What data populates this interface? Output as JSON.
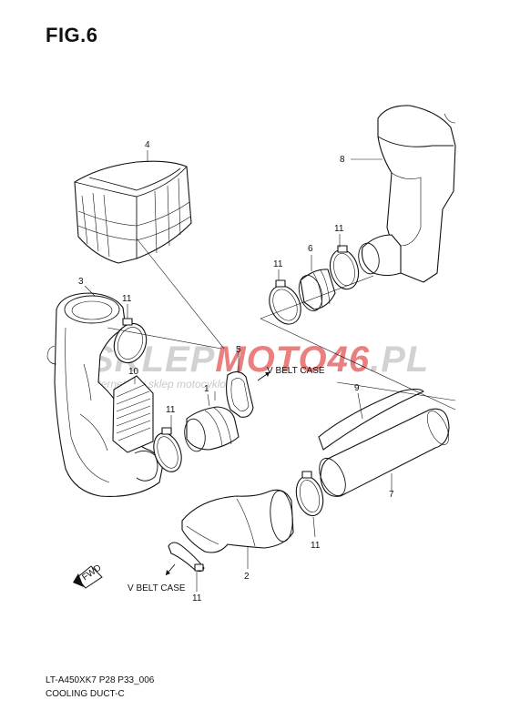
{
  "figure": {
    "title": "FIG.6"
  },
  "watermark": {
    "brand_part1": "SKLEP",
    "brand_part2": "MOTO",
    "brand_part3": "46",
    "brand_part4": ".PL",
    "subtitle": "internetowy sklep motocyklowy",
    "colors": {
      "grey": "#c4c4c4",
      "red": "#e25555"
    }
  },
  "callouts": {
    "c1": "1",
    "c2": "2",
    "c3": "3",
    "c4": "4",
    "c5": "5",
    "c6": "6",
    "c7": "7",
    "c8": "8",
    "c9": "9",
    "c10": "10",
    "c11_a": "11",
    "c11_b": "11",
    "c11_c": "11",
    "c11_d": "11",
    "c11_e": "11",
    "c11_f": "11"
  },
  "labels": {
    "v_belt_case_upper": "V BELT CASE",
    "v_belt_case_lower": "V BELT CASE",
    "fwd": "FWD"
  },
  "footer": {
    "code": "LT-A450XK7 P28 P33_006",
    "name": "COOLING DUCT-C"
  }
}
